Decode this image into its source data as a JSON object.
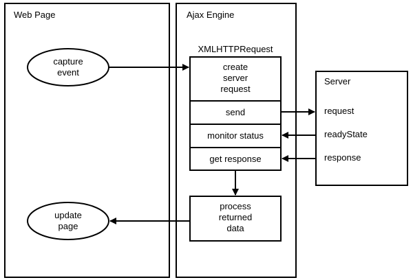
{
  "panels": {
    "web_page": "Web Page",
    "ajax_engine": "Ajax Engine",
    "server": "Server"
  },
  "xhr": {
    "title": "XMLHTTPRequest",
    "create_request": [
      "create",
      "server",
      "request"
    ],
    "send": "send",
    "monitor_status": "monitor status",
    "get_response": "get response"
  },
  "process": [
    "process",
    "returned",
    "data"
  ],
  "web_page_nodes": {
    "capture_event": [
      "capture",
      "event"
    ],
    "update_page": [
      "update",
      "page"
    ]
  },
  "server_items": {
    "request": "request",
    "ready_state": "readyState",
    "response": "response"
  }
}
